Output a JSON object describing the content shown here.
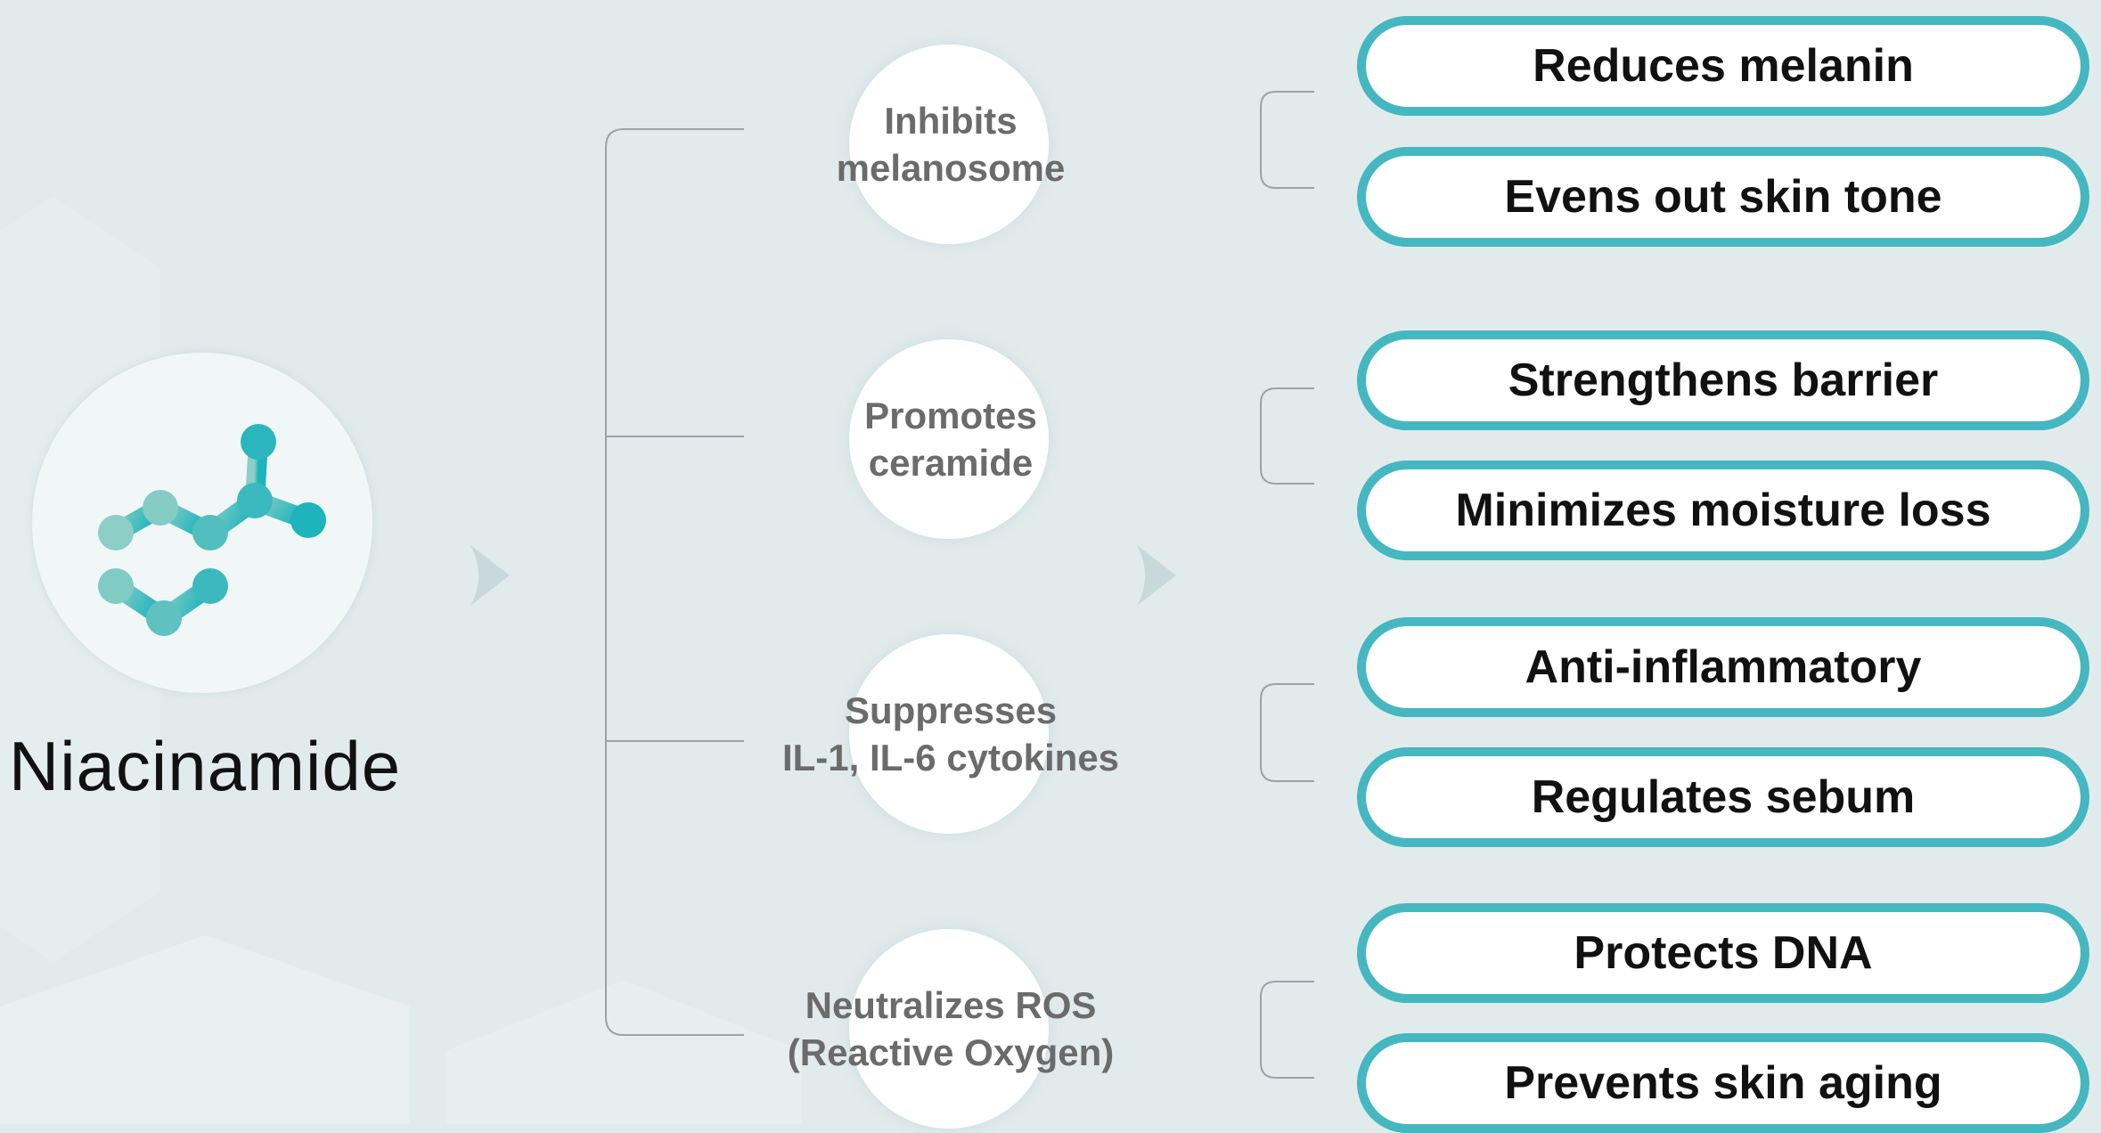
{
  "source": {
    "title": "Niacinamide",
    "icon": "molecule-icon",
    "icon_colors": [
      "#8ccfc6",
      "#1db4bc"
    ]
  },
  "mechanisms": [
    {
      "label_lines": [
        "Inhibits",
        "melanosome"
      ],
      "effects": [
        "Reduces melanin",
        "Evens out skin tone"
      ]
    },
    {
      "label_lines": [
        "Promotes",
        "ceramide"
      ],
      "effects": [
        "Strengthens barrier",
        "Minimizes moisture loss"
      ]
    },
    {
      "label_lines": [
        "Suppresses",
        "IL-1, IL-6 cytokines"
      ],
      "effects": [
        "Anti-inflammatory",
        "Regulates sebum"
      ]
    },
    {
      "label_lines": [
        "Neutralizes ROS",
        "(Reactive Oxygen)"
      ],
      "effects": [
        "Protects DNA",
        "Prevents skin aging"
      ]
    }
  ],
  "colors": {
    "background": "#e2ebec",
    "accent": "#45b7c1",
    "connector": "#9aa3a6",
    "mechanism_text": "#6b6b6b"
  }
}
